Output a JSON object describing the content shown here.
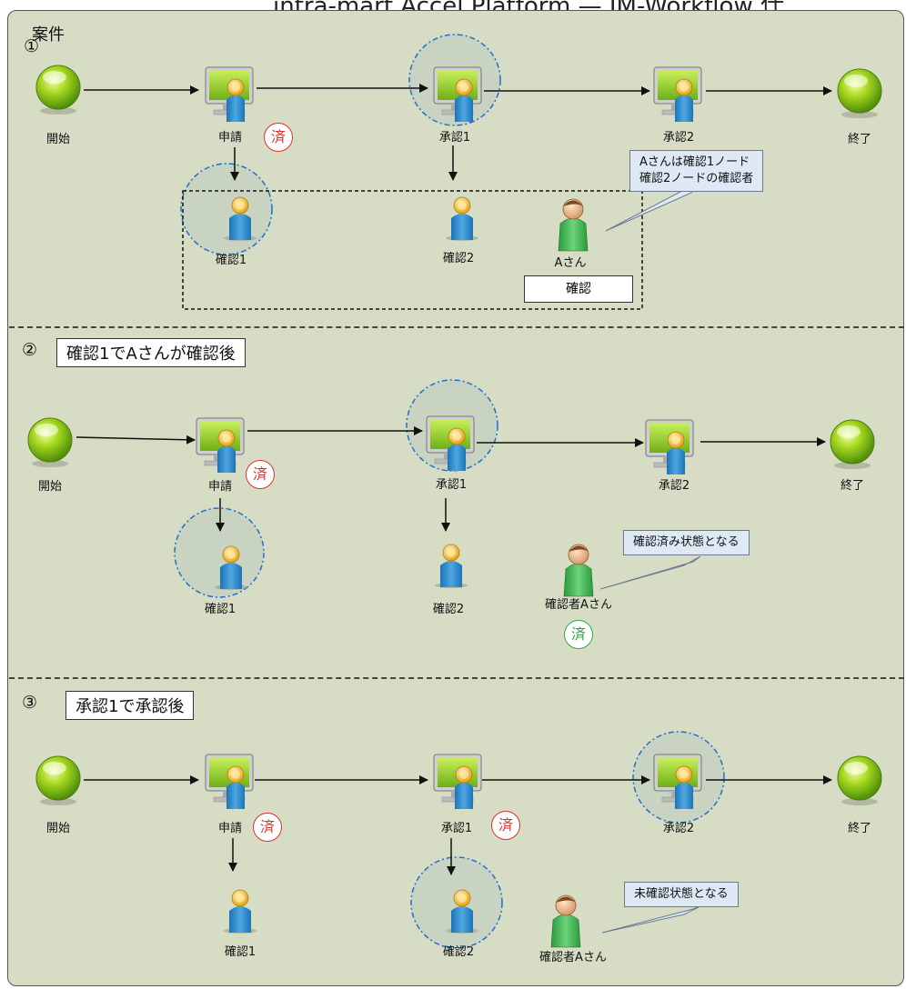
{
  "header": {
    "title": "intra-mart Accel Platform — IM-Workflow 仕"
  },
  "panel": {
    "title": "案件"
  },
  "sections": [
    {
      "num": "①",
      "label": ""
    },
    {
      "num": "②",
      "label": "確認1でAさんが確認後"
    },
    {
      "num": "③",
      "label": "承認1で承認後"
    }
  ],
  "labels": {
    "start": "開始",
    "apply": "申請",
    "approve1": "承認1",
    "approve2": "承認2",
    "end": "終了",
    "confirm1": "確認1",
    "confirm2": "確認2",
    "userA": "Aさん",
    "confirmerA": "確認者Aさん",
    "done": "済"
  },
  "section1": {
    "confirm_button": "確認",
    "callout_lines": [
      "Aさんは確認1ノード",
      "確認2ノードの確認者"
    ]
  },
  "section2": {
    "callout": "確認済み状態となる"
  },
  "section3": {
    "callout": "未確認状態となる"
  },
  "colors": {
    "panel_bg": "#d6ddc4",
    "done_red": "#e03030",
    "done_green": "#2da84a",
    "highlight_ring": "#1f6fd0",
    "callout_bg": "#dfe8f5"
  }
}
